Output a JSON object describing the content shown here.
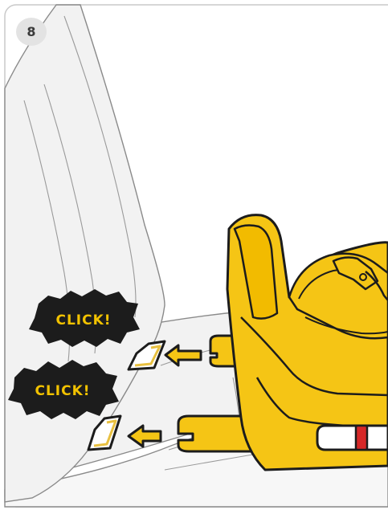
{
  "step": {
    "number": "8"
  },
  "callouts": [
    {
      "text": "CLICK!"
    },
    {
      "text": "CLICK!"
    }
  ],
  "colors": {
    "seat_yellow": "#f5c515",
    "seat_shadow": "#e0aa00",
    "arrow_yellow": "#f5c515",
    "burst_fill": "#1c1c1c",
    "burst_text": "#f2c200",
    "release_button": "#d62828",
    "vehicle_seat_fill": "#f2f2f2",
    "vehicle_seat_line": "#8a8a8a",
    "frame_border": "#c9c9c9"
  }
}
